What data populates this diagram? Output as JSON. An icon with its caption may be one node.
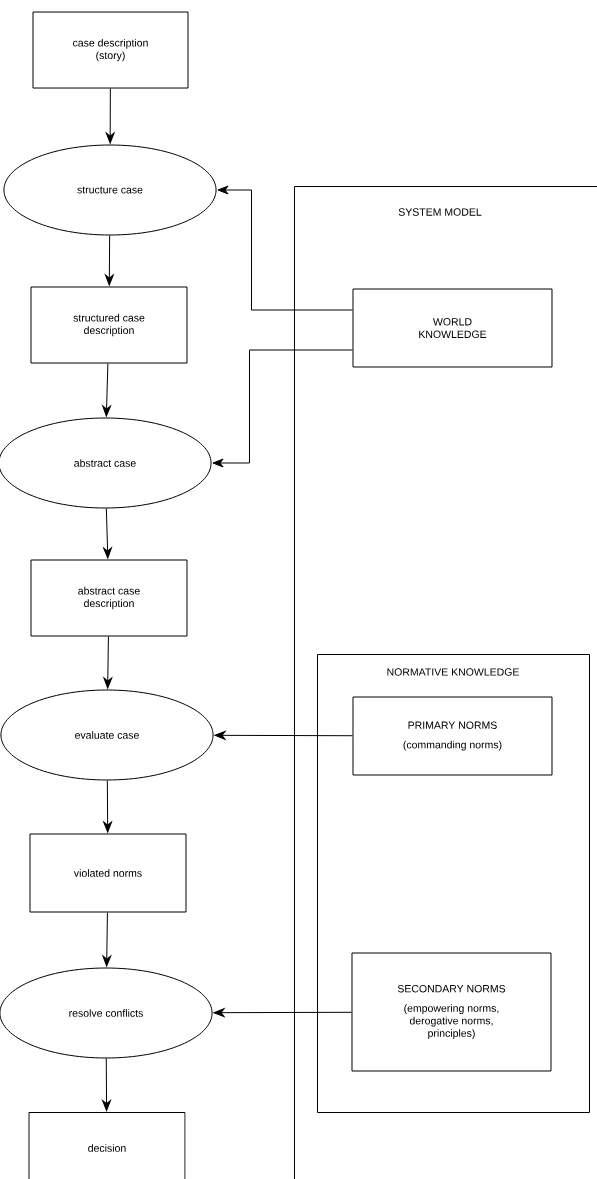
{
  "diagram": {
    "nodes": [
      {
        "text": [
          "case description (story)"
        ]
      },
      {
        "text": [
          "structure case"
        ]
      },
      {
        "text": [
          "structured case description"
        ]
      },
      {
        "text": [
          "abstract case"
        ]
      },
      {
        "text": [
          "abstract case description"
        ]
      },
      {
        "text": [
          "evaluate case"
        ]
      },
      {
        "text": [
          "violated norms"
        ]
      },
      {
        "text": [
          "resolve conflicts"
        ]
      },
      {
        "text": [
          "decision"
        ]
      },
      {
        "text": [
          "SYSTEM MODEL"
        ]
      },
      {
        "text": [
          "WORLD KNOWLEDGE"
        ],
        "in": 9
      },
      {
        "text": [
          "NORMATIVE KNOWLEDGE"
        ],
        "in": 9
      },
      {
        "text": [
          "PRIMARY NORMS",
          "(commanding norms)"
        ],
        "in": 11
      },
      {
        "text": [
          "SECONDARY NORMS",
          "(empowering norms, derogative norms, principles)"
        ],
        "in": 11
      }
    ],
    "edges": [
      {
        "from": 0,
        "to": 1,
        "arrow": "to"
      },
      {
        "from": 1,
        "to": 2,
        "arrow": "to"
      },
      {
        "from": 2,
        "to": 3,
        "arrow": "to"
      },
      {
        "from": 3,
        "to": 4,
        "arrow": "to"
      },
      {
        "from": 4,
        "to": 5,
        "arrow": "to"
      },
      {
        "from": 5,
        "to": 6,
        "arrow": "to"
      },
      {
        "from": 6,
        "to": 7,
        "arrow": "to"
      },
      {
        "from": 7,
        "to": 8,
        "arrow": "to"
      },
      {
        "from": 10,
        "to": 1,
        "arrow": "to"
      },
      {
        "from": 10,
        "to": 3,
        "arrow": "to"
      },
      {
        "from": 12,
        "to": 5,
        "arrow": "to"
      },
      {
        "from": 13,
        "to": 7,
        "arrow": "to"
      }
    ]
  }
}
